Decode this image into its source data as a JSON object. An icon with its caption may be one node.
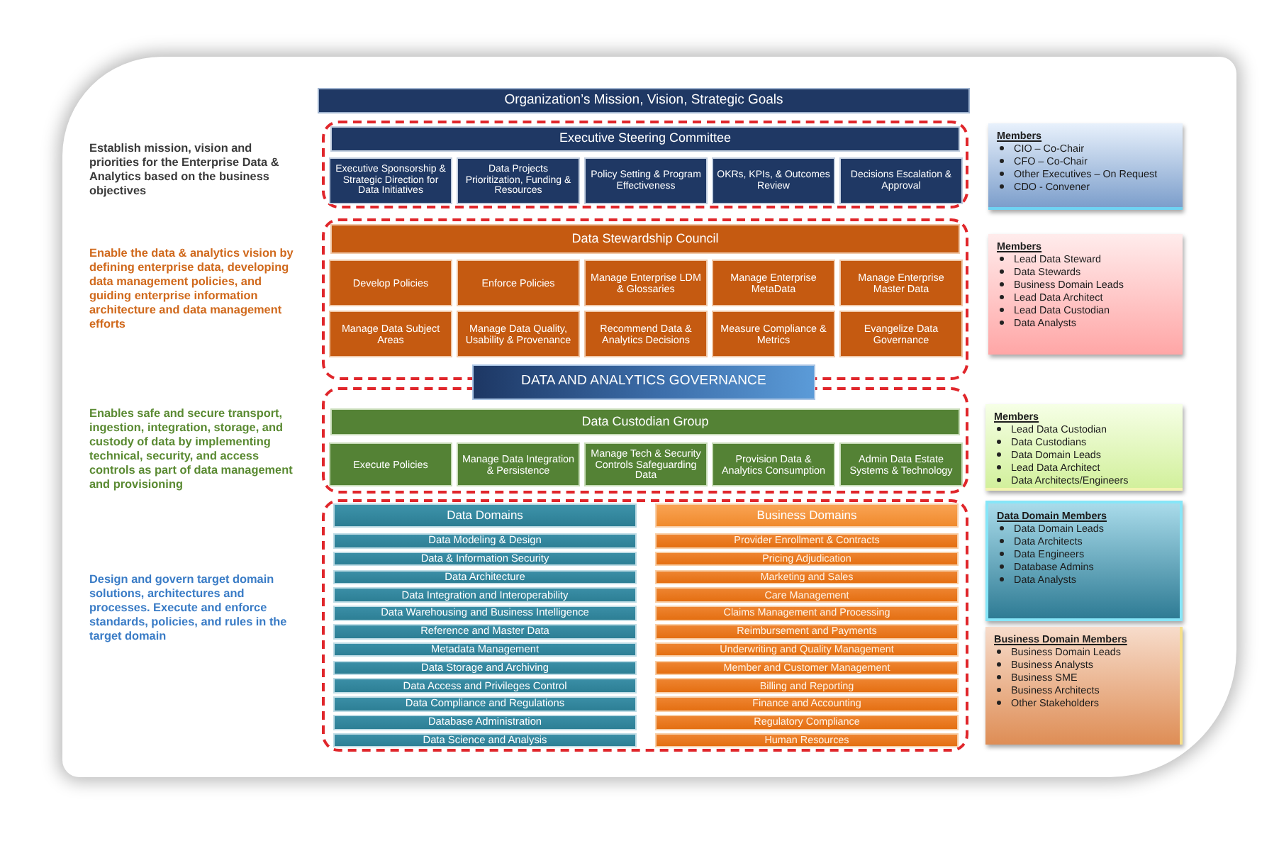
{
  "diagram": {
    "nodes": [
      {
        "text": [
          "Organization’s Mission, Vision, Strategic Goals"
        ]
      },
      {
        "text": [],
        "shape": "box"
      },
      {
        "text": [
          "Executive Steering Committee"
        ],
        "in": 1
      },
      {
        "text": [
          "Executive Sponsorship & Strategic Direction for Data Initiatives"
        ],
        "in": 1
      },
      {
        "text": [
          "Data Projects Prioritization, Funding & Resources"
        ],
        "in": 1
      },
      {
        "text": [
          "Policy Setting & Program Effectiveness"
        ],
        "in": 1
      },
      {
        "text": [
          "OKRs, KPIs, & Outcomes Review"
        ],
        "in": 1
      },
      {
        "text": [
          "Decisions Escalation & Approval"
        ],
        "in": 1
      },
      {
        "text": [],
        "shape": "box"
      },
      {
        "text": [
          "Data Stewardship Council"
        ],
        "in": 8
      },
      {
        "text": [
          "Develop Policies"
        ],
        "in": 8
      },
      {
        "text": [
          "Enforce Policies"
        ],
        "in": 8
      },
      {
        "text": [
          "Manage Enterprise LDM & Glossaries"
        ],
        "in": 8
      },
      {
        "text": [
          "Manage Enterprise MetaData"
        ],
        "in": 8
      },
      {
        "text": [
          "Manage Enterprise Master Data"
        ],
        "in": 8
      },
      {
        "text": [
          "Manage Data Subject Areas"
        ],
        "in": 8
      },
      {
        "text": [
          "Manage Data Quality, Usability & Provenance"
        ],
        "in": 8
      },
      {
        "text": [
          "Recommend Data & Analytics Decisions"
        ],
        "in": 8
      },
      {
        "text": [
          "Measure Compliance & Metrics"
        ],
        "in": 8
      },
      {
        "text": [
          "Evangelize Data Governance"
        ],
        "in": 8
      },
      {
        "text": [
          "DATA AND ANALYTICS GOVERNANCE"
        ]
      },
      {
        "text": [],
        "shape": "box"
      },
      {
        "text": [
          "Data Custodian Group"
        ],
        "in": 21
      },
      {
        "text": [
          "Execute Policies"
        ],
        "in": 21
      },
      {
        "text": [
          "Manage Data Integration & Persistence"
        ],
        "in": 21
      },
      {
        "text": [
          "Manage Tech & Security Controls Safeguarding Data"
        ],
        "in": 21
      },
      {
        "text": [
          "Provision Data & Analytics Consumption"
        ],
        "in": 21
      },
      {
        "text": [
          "Admin Data Estate Systems & Technology"
        ],
        "in": 21
      },
      {
        "text": [],
        "shape": "box"
      },
      {
        "text": [
          "Data Domains"
        ],
        "in": 28
      },
      {
        "text": [
          "Data Modeling & Design"
        ],
        "in": 28
      },
      {
        "text": [
          "Data & Information Security"
        ],
        "in": 28
      },
      {
        "text": [
          "Data Architecture"
        ],
        "in": 28
      },
      {
        "text": [
          "Data Integration and Interoperability"
        ],
        "in": 28
      },
      {
        "text": [
          "Data Warehousing and Business Intelligence"
        ],
        "in": 28
      },
      {
        "text": [
          "Reference and Master Data"
        ],
        "in": 28
      },
      {
        "text": [
          "Metadata Management"
        ],
        "in": 28
      },
      {
        "text": [
          "Data Storage and Archiving"
        ],
        "in": 28
      },
      {
        "text": [
          "Data Access and Privileges Control"
        ],
        "in": 28
      },
      {
        "text": [
          "Data Compliance and Regulations"
        ],
        "in": 28
      },
      {
        "text": [
          "Database Administration"
        ],
        "in": 28
      },
      {
        "text": [
          "Data Science and Analysis"
        ],
        "in": 28
      },
      {
        "text": [
          "Business Domains"
        ],
        "in": 28
      },
      {
        "text": [
          "Provider Enrollment & Contracts"
        ],
        "in": 28
      },
      {
        "text": [
          "Pricing Adjudication"
        ],
        "in": 28
      },
      {
        "text": [
          "Marketing and Sales"
        ],
        "in": 28
      },
      {
        "text": [
          "Care Management"
        ],
        "in": 28
      },
      {
        "text": [
          "Claims Management and Processing"
        ],
        "in": 28
      },
      {
        "text": [
          "Reimbursement and Payments"
        ],
        "in": 28
      },
      {
        "text": [
          "Underwriting and Quality Management"
        ],
        "in": 28
      },
      {
        "text": [
          "Member and Customer Management"
        ],
        "in": 28
      },
      {
        "text": [
          "Billing and Reporting"
        ],
        "in": 28
      },
      {
        "text": [
          "Finance and Accounting"
        ],
        "in": 28
      },
      {
        "text": [
          "Regulatory Compliance"
        ],
        "in": 28
      },
      {
        "text": [
          "Human Resources"
        ],
        "in": 28
      },
      {
        "text": [
          "Members",
          "CIO – Co-Chair",
          "CFO – Co-Chair",
          "Other Executives – On Request",
          "CDO - Convener"
        ]
      },
      {
        "text": [
          "Members",
          "Lead Data Steward",
          "Data Stewards",
          "Business Domain Leads",
          "Lead Data Architect",
          "Lead Data Custodian",
          "Data Analysts"
        ]
      },
      {
        "text": [
          "Members",
          "Lead Data Custodian",
          "Data Custodians",
          "Data Domain Leads",
          "Lead Data Architect",
          "Data Architects/Engineers"
        ]
      },
      {
        "text": [
          "Data Domain Members",
          "Data Domain Leads",
          "Data Architects",
          "Data Engineers",
          "Database Admins",
          "Data Analysts"
        ]
      },
      {
        "text": [
          "Business Domain Members",
          "Business Domain Leads",
          "Business Analysts",
          "Business SME",
          "Business Architects",
          "Other Stakeholders"
        ]
      }
    ],
    "labels": [
      "Establish mission, vision and priorities for the Enterprise Data & Analytics based on the business objectives",
      "Enable the data & analytics vision by defining enterprise data, developing data management policies, and guiding enterprise information architecture and data management efforts",
      "Enables safe and secure transport, ingestion, integration, storage, and custody of data by implementing technical, security, and access controls as part of data management and provisioning",
      "Design and govern target domain solutions, architectures and processes. Execute and enforce standards, policies, and rules in the target domain"
    ]
  }
}
